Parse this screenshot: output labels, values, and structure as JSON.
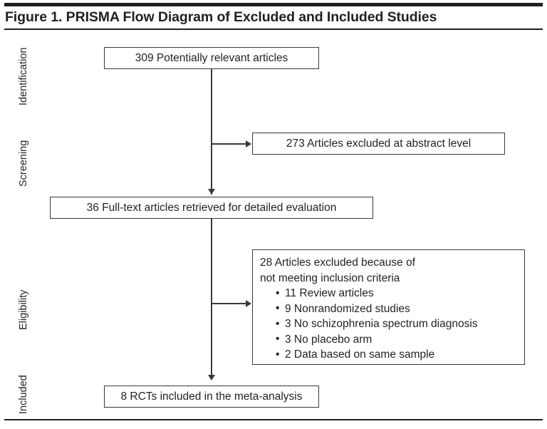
{
  "figure": {
    "title": "Figure 1. PRISMA Flow Diagram of Excluded and Included Studies"
  },
  "stages": [
    {
      "id": "identification",
      "label": "Identification"
    },
    {
      "id": "screening",
      "label": "Screening"
    },
    {
      "id": "eligibility",
      "label": "Eligibility"
    },
    {
      "id": "included",
      "label": "Included"
    }
  ],
  "boxes": {
    "identified": {
      "text": "309 Potentially relevant articles"
    },
    "excluded_abstract": {
      "text": "273 Articles excluded at abstract level"
    },
    "fulltext": {
      "text": "36 Full-text articles retrieved for detailed evaluation"
    },
    "excluded_fulltext": {
      "line1": "28 Articles excluded because of",
      "line2": "not meeting inclusion criteria",
      "reasons": [
        "11 Review articles",
        "9 Nonrandomized studies",
        "3 No schizophrenia spectrum diagnosis",
        "3 No placebo arm",
        "2 Data based on same sample"
      ]
    },
    "included": {
      "text": "8 RCTs included in the meta-analysis"
    }
  },
  "colors": {
    "rule": "#231f20",
    "box_border": "#3a3a3a",
    "text": "#231f20",
    "background": "#ffffff"
  },
  "chart_data": {
    "type": "diagram",
    "title": "Figure 1. PRISMA Flow Diagram of Excluded and Included Studies",
    "nodes": [
      {
        "id": "identified",
        "stage": "Identification",
        "label": "309 Potentially relevant articles",
        "count": 309
      },
      {
        "id": "excluded_abstract",
        "stage": "Screening",
        "label": "273 Articles excluded at abstract level",
        "count": 273
      },
      {
        "id": "fulltext",
        "stage": "Screening",
        "label": "36 Full-text articles retrieved for detailed evaluation",
        "count": 36
      },
      {
        "id": "excluded_fulltext",
        "stage": "Eligibility",
        "label": "28 Articles excluded because of not meeting inclusion criteria",
        "count": 28
      },
      {
        "id": "included",
        "stage": "Included",
        "label": "8 RCTs included in the meta-analysis",
        "count": 8
      }
    ],
    "edges": [
      {
        "from": "identified",
        "to": "excluded_abstract",
        "type": "exclusion"
      },
      {
        "from": "identified",
        "to": "fulltext",
        "type": "flow"
      },
      {
        "from": "fulltext",
        "to": "excluded_fulltext",
        "type": "exclusion"
      },
      {
        "from": "fulltext",
        "to": "included",
        "type": "flow"
      }
    ],
    "exclusion_reasons": [
      {
        "count": 11,
        "reason": "Review articles"
      },
      {
        "count": 9,
        "reason": "Nonrandomized studies"
      },
      {
        "count": 3,
        "reason": "No schizophrenia spectrum diagnosis"
      },
      {
        "count": 3,
        "reason": "No placebo arm"
      },
      {
        "count": 2,
        "reason": "Data based on same sample"
      }
    ]
  }
}
